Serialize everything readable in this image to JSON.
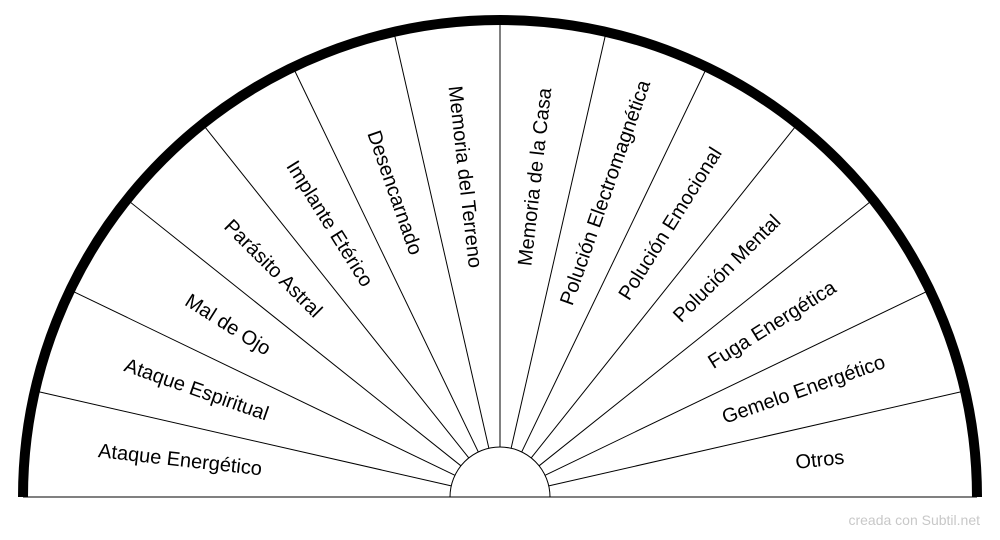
{
  "chart_data": {
    "type": "pie",
    "shape": "semicircle",
    "sectors": [
      "Ataque Energético",
      "Ataque Espiritual",
      "Mal de Ojo",
      "Parásito Astral",
      "Implante Etérico",
      "Desencarnado",
      "Memoria del Terreno",
      "Memoria de la Casa",
      "Polución Electromagnética",
      "Polución Emocional",
      "Polución Mental",
      "Fuga Energética",
      "Gemelo Energético",
      "Otros"
    ]
  },
  "footer": {
    "credit": "creada con Subtil.net"
  },
  "colors": {
    "outline": "#000000",
    "background": "#ffffff",
    "credit": "#c8c8c8"
  }
}
